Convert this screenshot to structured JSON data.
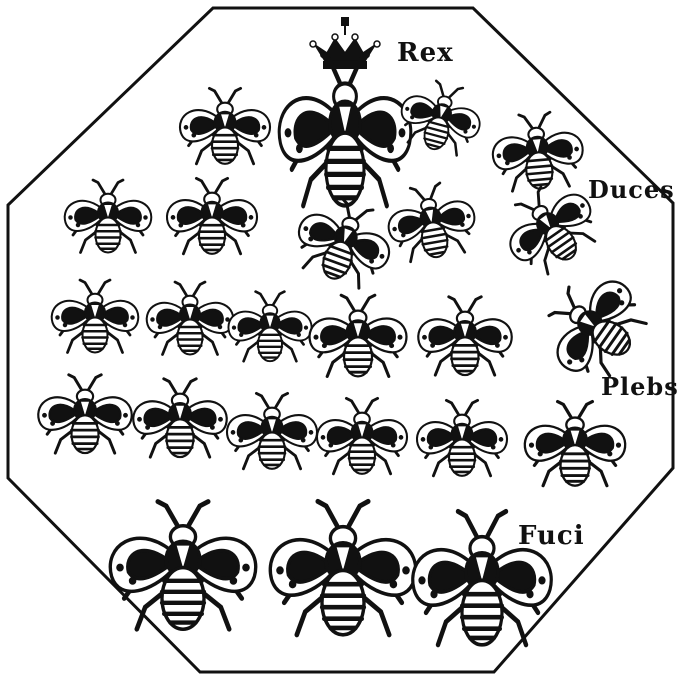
{
  "labels": {
    "rex": "Rex",
    "duces": "Duces",
    "plebs": "Plebs",
    "fuci": "Fuci"
  },
  "colors": {
    "ink": "#111111",
    "paper": "#ffffff"
  }
}
